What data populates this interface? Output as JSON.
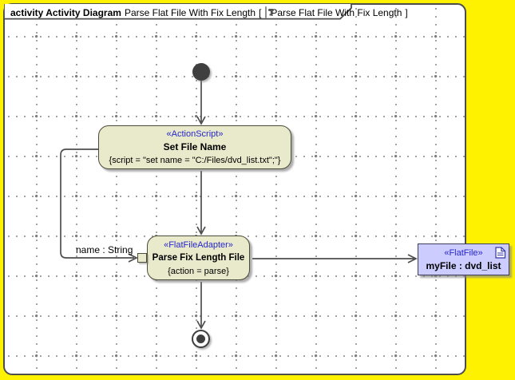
{
  "colors": {
    "canvas_background": "#FFF200",
    "frame_border": "#4D4D4D",
    "grid_dot": "#8A8A8A",
    "action_fill": "#E9E9CB",
    "action_border": "#4B4B3A",
    "object_fill": "#CCCCFF",
    "object_border": "#3C3C5C",
    "stereotype_text": "#2626CC",
    "edge_color": "#4D4D4D",
    "node_dark": "#3F3F3F"
  },
  "header": {
    "keyword_bold": "activity Activity Diagram",
    "diagram_title": "Parse Flat File With Fix Length",
    "open_bracket": "[",
    "ref_title": "Parse Flat File With Fix Length",
    "close_bracket": "]"
  },
  "nodes": {
    "set_file_name": {
      "stereotype": "«ActionScript»",
      "name": "Set File Name",
      "body": "{script = \"set name = \"C:/Files/dvd_list.txt\";\"}"
    },
    "parse_fix_length": {
      "stereotype": "«FlatFileAdapter»",
      "name": "Parse Fix Length File",
      "body": "{action = parse}"
    },
    "flat_file": {
      "stereotype": "«FlatFile»",
      "name": "myFile : dvd_list"
    }
  },
  "edges": {
    "name_label": "name : String"
  }
}
